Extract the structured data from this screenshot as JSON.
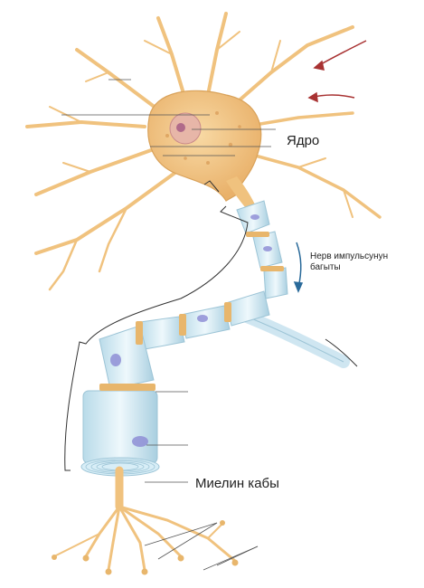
{
  "labels": {
    "nucleus": "Ядро",
    "impulse_direction": "Нерв импульсунун багыты",
    "myelin_sheath": "Миелин кабы"
  },
  "colors": {
    "body_fill": "#f3c884",
    "body_edge": "#d9a25a",
    "dendrite": "#f0c27e",
    "nucleus": "#c98a8a",
    "myelin_fill": "#d8eef7",
    "myelin_edge": "#9cc4d6",
    "node": "#e8b66c",
    "schwann_nucleus": "#8f8fd6",
    "arrow_red": "#a83232",
    "arrow_blue": "#2a6a9a",
    "leader": "#555555"
  }
}
